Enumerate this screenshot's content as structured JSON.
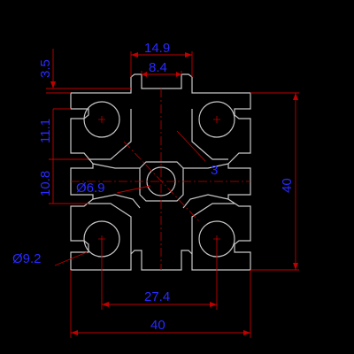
{
  "colors": {
    "background": "#000000",
    "profile": "#c8c8c8",
    "dimension_line": "#c00000",
    "center_line": "#c00000",
    "dimension_text": "#2a2aff"
  },
  "dimensions": {
    "top_outer_width": "14.9",
    "top_slot_width": "8.4",
    "slot_depth": "3.5",
    "upper_spacing": "11.1",
    "center_offset": "10.8",
    "center_hole": "Ø6.9",
    "groove_depth": "3",
    "overall_height": "40",
    "corner_hole": "Ø9.2",
    "hole_spacing": "27.4",
    "overall_width": "40"
  }
}
